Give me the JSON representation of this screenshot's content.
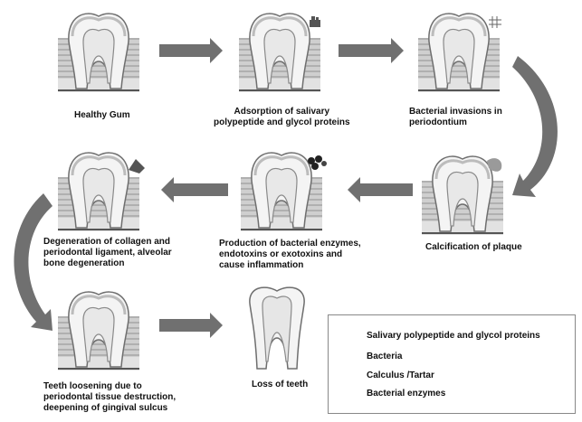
{
  "stages": [
    {
      "id": "healthy-gum",
      "label": "Healthy Gum"
    },
    {
      "id": "adsorption",
      "label": "Adsorption of salivary\npolypeptide and glycol proteins"
    },
    {
      "id": "bacterial-invasion",
      "label": "Bacterial invasions in\nperiodontium"
    },
    {
      "id": "calcification",
      "label": "Calcification of plaque"
    },
    {
      "id": "enzyme-production",
      "label": "Production of bacterial enzymes,\nendotoxins or exotoxins and\ncause inflammation"
    },
    {
      "id": "degeneration",
      "label": "Degeneration of collagen and\nperiodontal ligament, alveolar\nbone degeneration"
    },
    {
      "id": "loosening",
      "label": "Teeth loosening due to\nperiodontal tissue destruction,\ndeepening of gingival sulcus"
    },
    {
      "id": "loss",
      "label": "Loss of teeth"
    }
  ],
  "legend": [
    {
      "icon": "salivary-polypeptide-icon",
      "label": "Salivary polypeptide  and  glycol  proteins"
    },
    {
      "icon": "bacteria-icon",
      "label": "Bacteria"
    },
    {
      "icon": "calculus-icon",
      "label": "Calculus /Tartar"
    },
    {
      "icon": "bacterial-enzymes-icon",
      "label": "Bacterial enzymes"
    }
  ],
  "colors": {
    "arrow": "#707070",
    "gum": "#c9c9c9",
    "gum_stripe": "#a8a8a8",
    "tooth": "#f4f4f4",
    "tooth_outline": "#6e6e6e",
    "pulp": "#9a9a9a",
    "bone": "#d9d9d9"
  }
}
